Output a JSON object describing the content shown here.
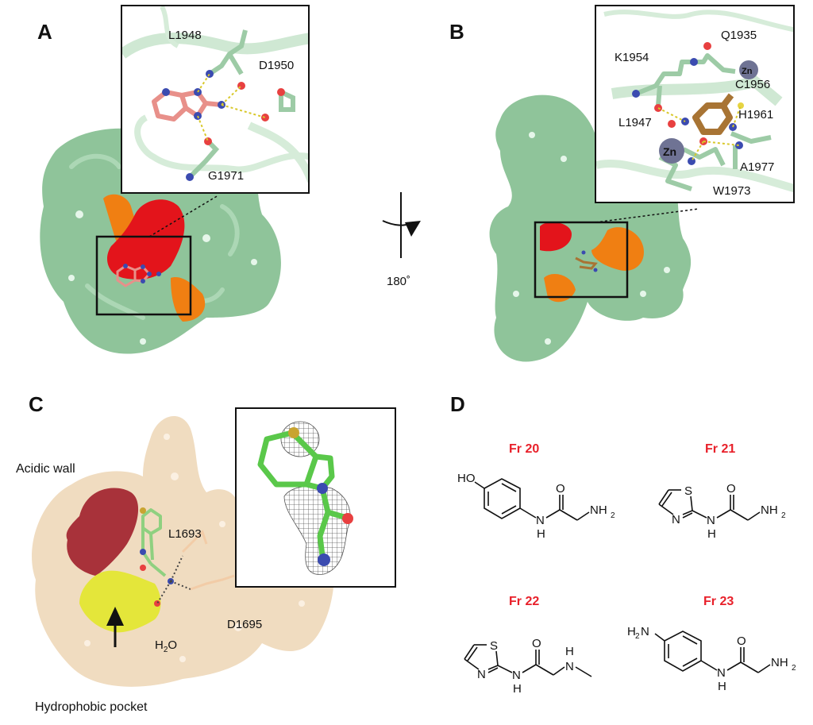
{
  "figure": {
    "panels": {
      "A": {
        "letter": "A",
        "surface_color": "#8fc49a",
        "highlight_colors": {
          "primary": "#e3141b",
          "secondary": "#f07f12"
        },
        "ligand_color": "#e8908a",
        "inset_residues": [
          "L1948",
          "D1950",
          "G1971"
        ]
      },
      "rotation": {
        "label": "180˚"
      },
      "B": {
        "letter": "B",
        "surface_color": "#8fc49a",
        "highlight_colors": {
          "primary": "#e3141b",
          "secondary": "#f07f12"
        },
        "ligand_color": "#a87434",
        "inset_residues": [
          "Q1935",
          "K1954",
          "C1956",
          "H1961",
          "L1947",
          "A1977",
          "W1973"
        ],
        "metal_labels": [
          "Zn",
          "Zn"
        ]
      },
      "C": {
        "letter": "C",
        "surface_color": "#f0dcc0",
        "acidic_wall_color": "#a8323a",
        "hydrophobic_color": "#e4e63a",
        "labels": {
          "acidic_wall": "Acidic wall",
          "hydrophobic_pocket": "Hydrophobic pocket",
          "l1693": "L1693",
          "d1695": "D1695",
          "water_h": "H",
          "water_sub": "2",
          "water_o": "O"
        }
      },
      "D": {
        "letter": "D",
        "fragments": [
          {
            "name": "Fr 20"
          },
          {
            "name": "Fr 21"
          },
          {
            "name": "Fr 22"
          },
          {
            "name": "Fr 23"
          }
        ],
        "atom_labels": {
          "ho": "HO",
          "o": "O",
          "nh2": "NH",
          "sub2": "2",
          "n": "N",
          "h": "H",
          "s": "S",
          "h2n_h": "H",
          "h2n_n": "N"
        },
        "title_color": "#e8202a"
      }
    }
  }
}
